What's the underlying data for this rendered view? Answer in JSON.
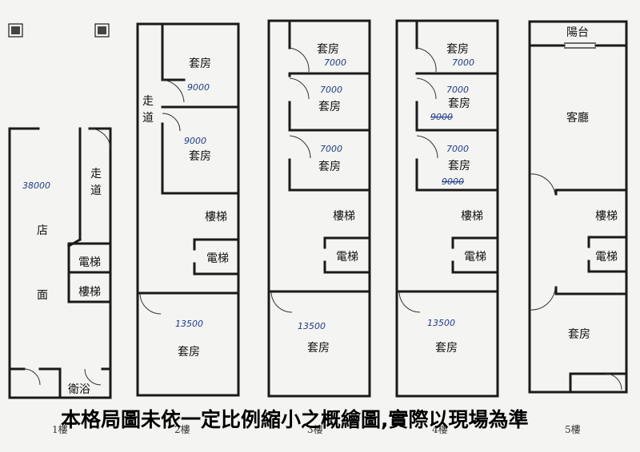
{
  "title_marks": [
    "圖",
    "圖"
  ],
  "floors": [
    {
      "label": "1樓",
      "rooms": [
        "店",
        "面",
        "走",
        "道",
        "電梯",
        "樓梯",
        "衛浴"
      ],
      "notes": [
        "38000"
      ]
    },
    {
      "label": "2樓",
      "rooms": [
        "套房",
        "套房",
        "走",
        "道",
        "樓梯",
        "電梯",
        "套房"
      ],
      "notes": [
        "9000",
        "9000",
        "13500"
      ]
    },
    {
      "label": "3樓",
      "rooms": [
        "套房",
        "套房",
        "套房",
        "樓梯",
        "電梯",
        "套房"
      ],
      "notes": [
        "7000",
        "7000",
        "7000",
        "13500"
      ]
    },
    {
      "label": "4樓",
      "rooms": [
        "套房",
        "套房",
        "套房",
        "樓梯",
        "電梯",
        "套房"
      ],
      "notes": [
        "7000",
        "7000",
        "7000",
        "13500"
      ],
      "struck": [
        "9000",
        "9000"
      ]
    },
    {
      "label": "5樓",
      "rooms": [
        "陽台",
        "客廳",
        "樓梯",
        "電梯",
        "套房"
      ],
      "notes": []
    }
  ],
  "caption": "本格局圖未依一定比例縮小之概繪圖,實際以現場為準"
}
